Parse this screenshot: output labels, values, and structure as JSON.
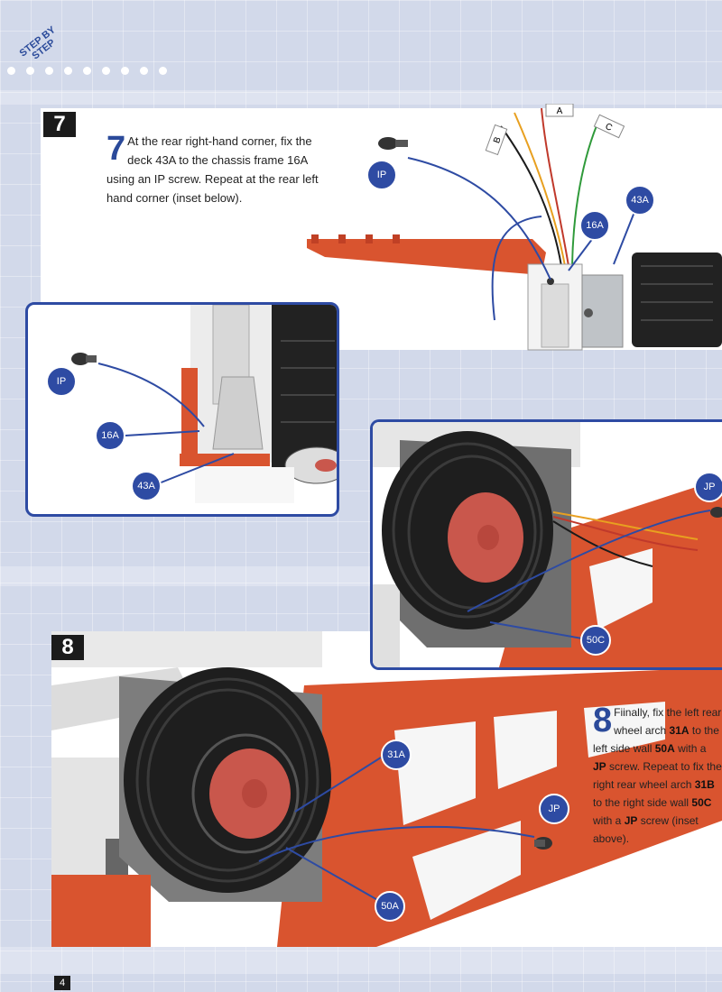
{
  "header": {
    "section_line1": "STEP BY",
    "section_line2": "STEP"
  },
  "step7": {
    "number": "7",
    "instruction_initial": "7",
    "instruction_text": "At the rear right-hand corner, fix the deck 43A to the chassis frame 16A using an IP screw. Repeat at the rear left hand corner (inset below).",
    "callouts": {
      "ip": "IP",
      "part16a": "16A",
      "part43a": "43A"
    },
    "wire_labels": {
      "a": "A",
      "b": "B",
      "c": "C"
    }
  },
  "inset7": {
    "callouts": {
      "ip": "IP",
      "part16a": "16A",
      "part43a": "43A"
    }
  },
  "inset8": {
    "callouts": {
      "jp": "JP",
      "part50c": "50C"
    }
  },
  "step8": {
    "number": "8",
    "instruction_initial": "8",
    "instruction_line1": "Fiinally, fix the left rear wheel arch",
    "part31a": "31A",
    "instruction_line2": "to the left side wall",
    "part50a": "50A",
    "instruction_line3": "with a",
    "screw_jp": "JP",
    "instruction_line4": "screw. Repeat to fix the right rear wheel arch",
    "part31b": "31B",
    "instruction_line5": "to the right side wall",
    "part50c": "50C",
    "instruction_line6": "with a",
    "screw_jp2": "JP",
    "instruction_line7": "screw (inset above).",
    "callouts": {
      "part31a": "31A",
      "jp": "JP",
      "part50a": "50A"
    }
  },
  "footer": {
    "page_number": "4"
  },
  "colors": {
    "accent": "#2e4ba3",
    "chassis": "#d9542f",
    "tyre": "#1e1e1e",
    "hub": "#c9574c"
  }
}
